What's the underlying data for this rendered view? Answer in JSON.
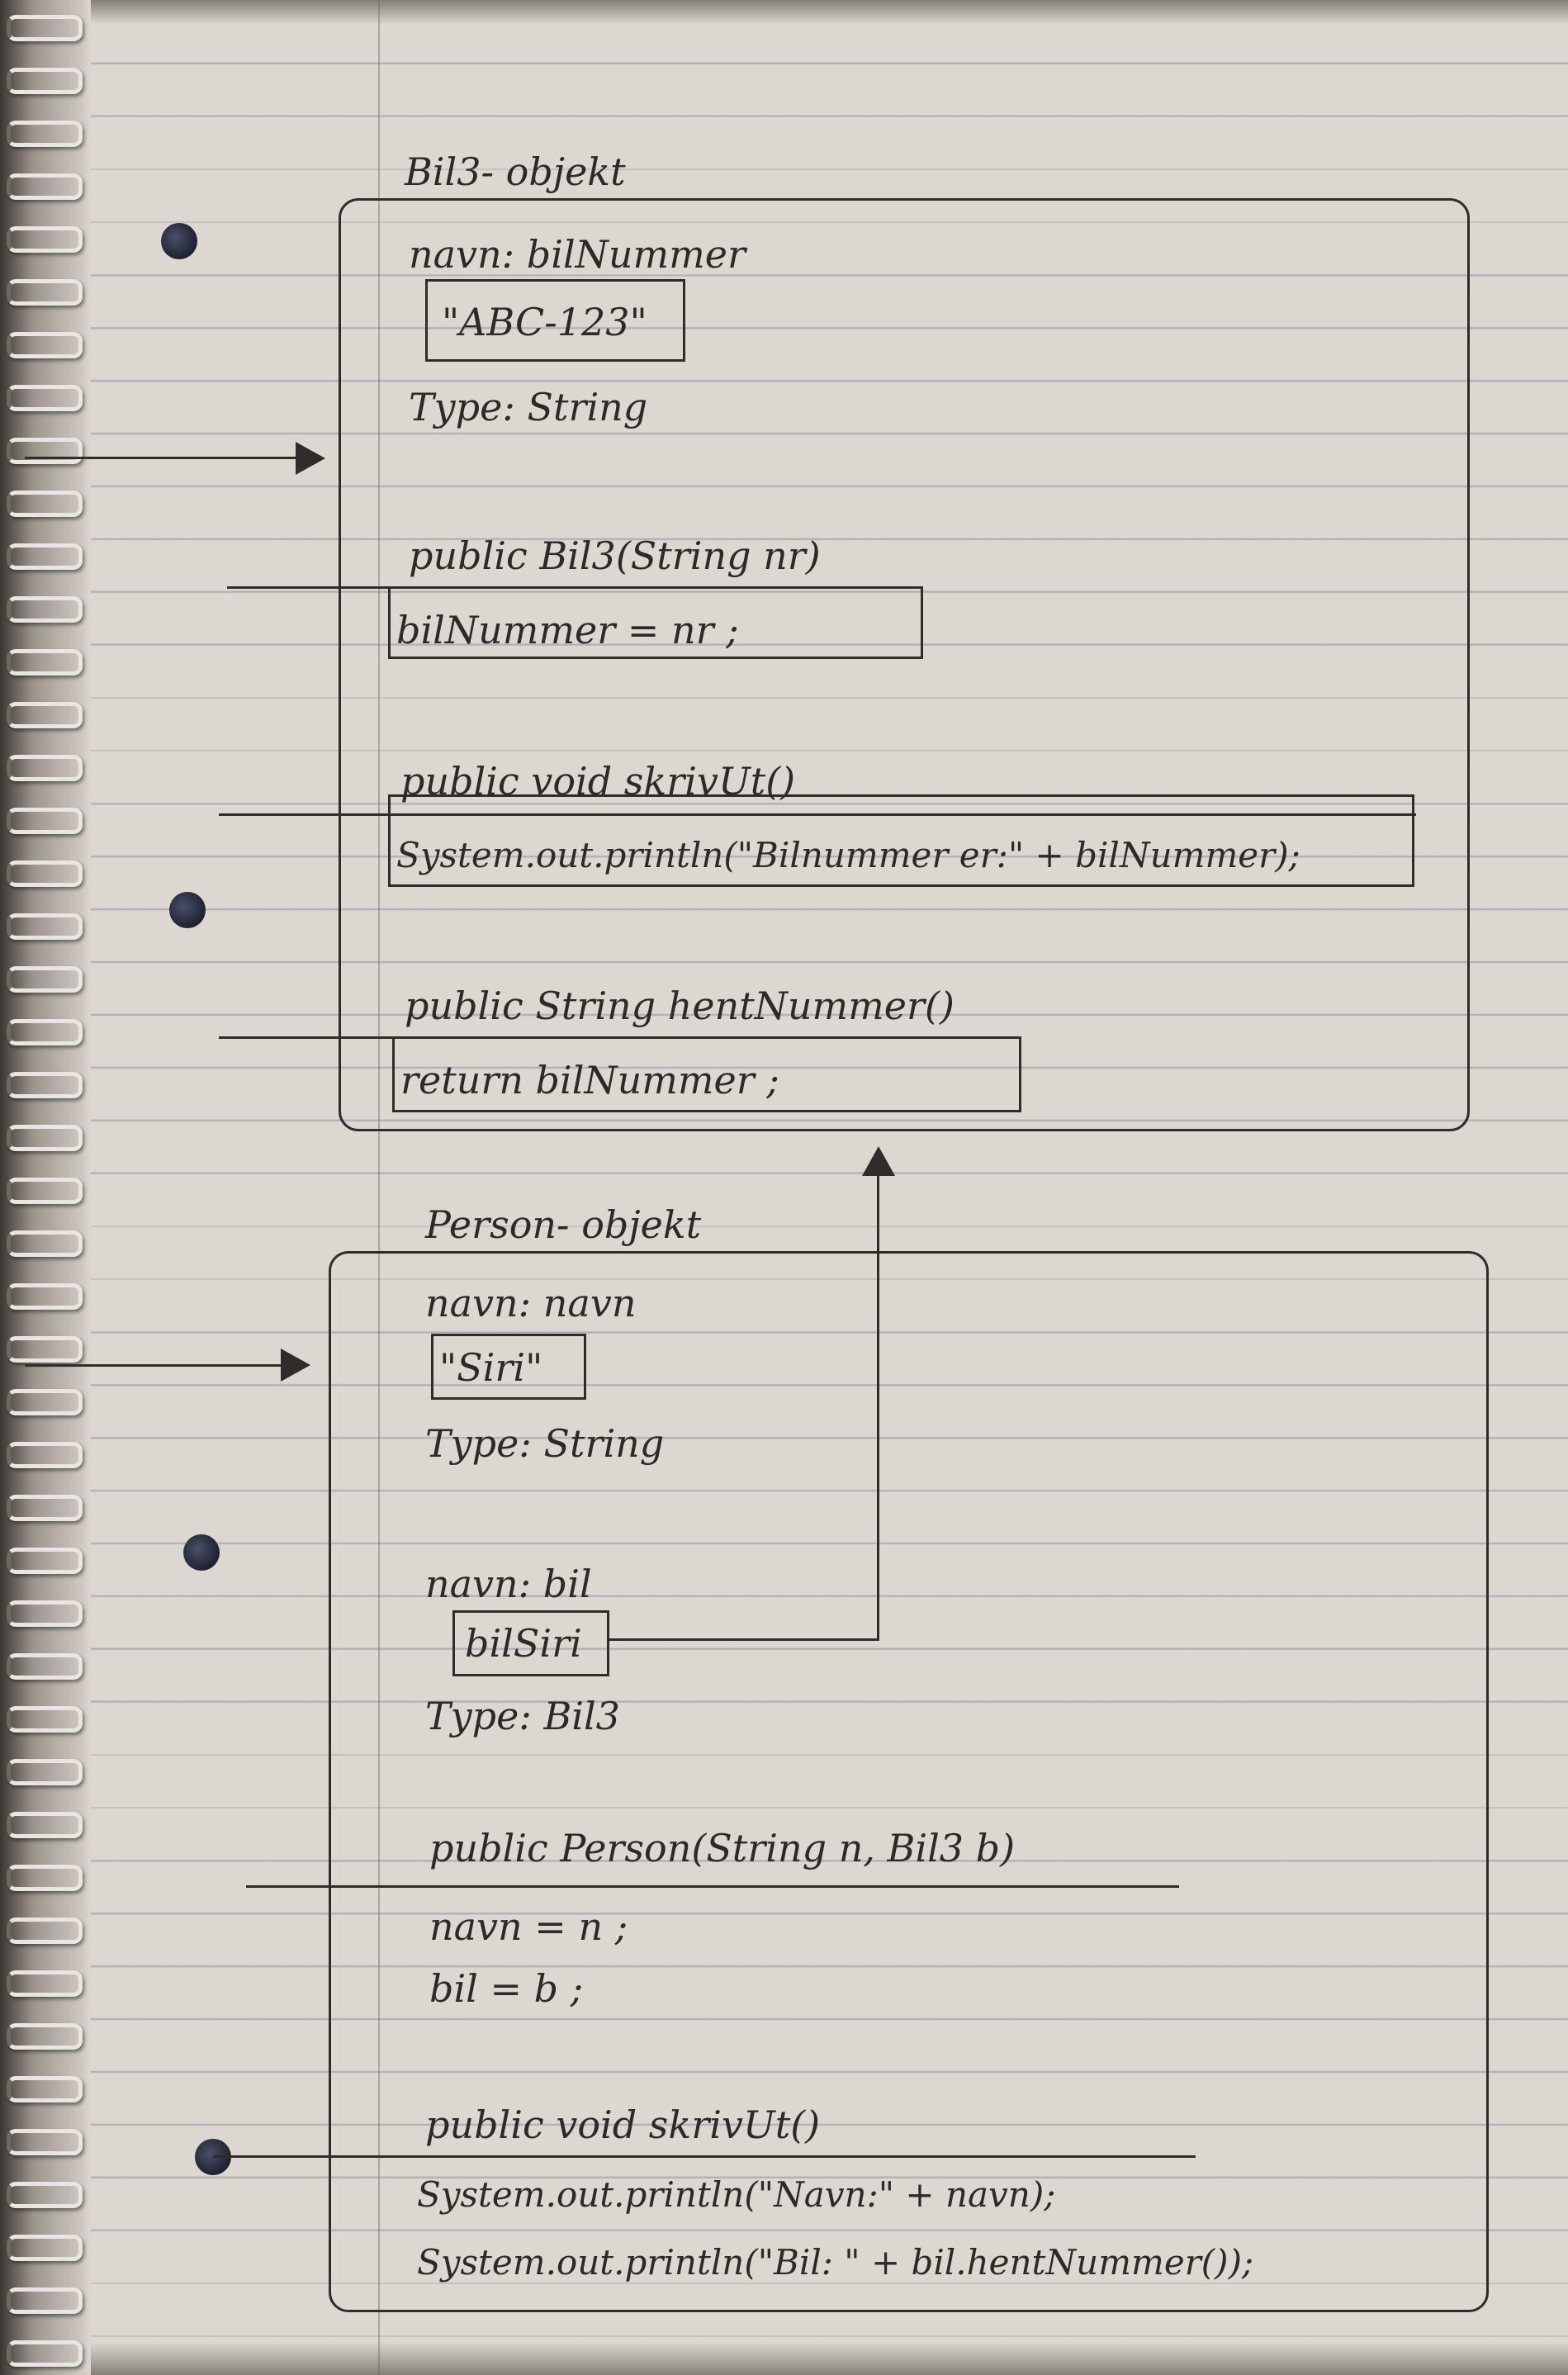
{
  "bil3_object": {
    "heading": "Bil3- objekt",
    "field_name": "navn: bilNummer",
    "field_value": "\"ABC-123\"",
    "field_type": "Type: String",
    "constructor_signature": "public Bil3(String nr)",
    "constructor_body": "bilNummer = nr ;",
    "skrivut_signature": "public void skrivUt()",
    "skrivut_body": "System.out.println(\"Bilnummer er:\" + bilNummer);",
    "hent_signature": "public String hentNummer()",
    "hent_body": "return bilNummer ;"
  },
  "person_object": {
    "heading": "Person- objekt",
    "field1_name": "navn: navn",
    "field1_value": "\"Siri\"",
    "field1_type": "Type: String",
    "field2_name": "navn: bil",
    "field2_value": "bilSiri",
    "field2_type": "Type: Bil3",
    "constructor_signature": "public Person(String n, Bil3 b)",
    "constructor_line1": "navn = n ;",
    "constructor_line2": "bil = b ;",
    "skrivut_signature": "public void skrivUt()",
    "skrivut_line1": "System.out.println(\"Navn:\" + navn);",
    "skrivut_line2": "System.out.println(\"Bil: \" + bil.hentNummer());"
  }
}
